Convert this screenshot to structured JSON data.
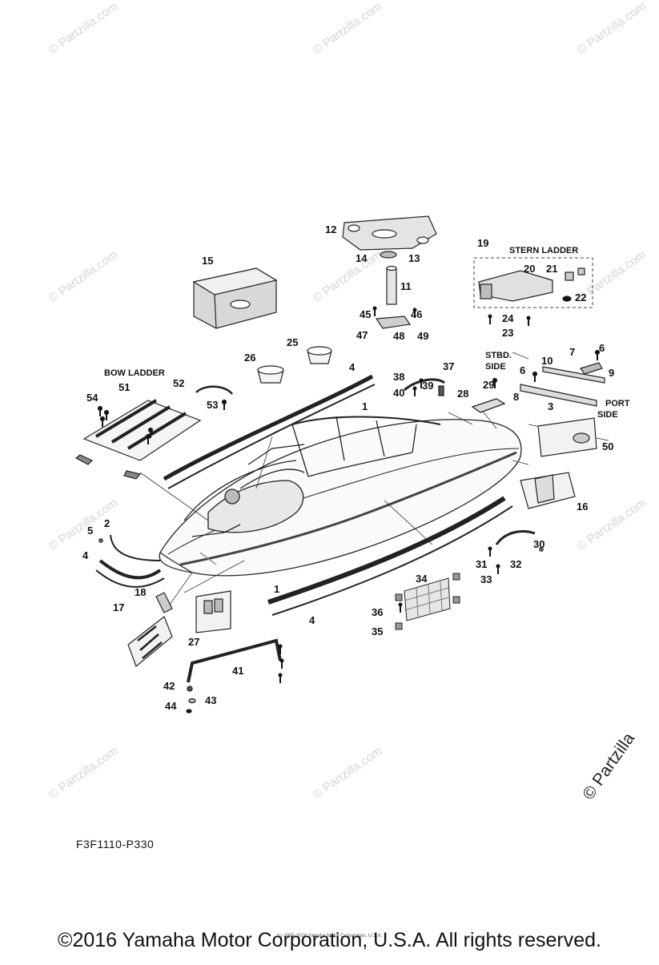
{
  "watermark": "© Partzilla.com",
  "watermark_big": "© Partzilla",
  "labels": {
    "stern_ladder": "STERN LADDER",
    "bow_ladder": "BOW LADDER",
    "stbd_1": "STBD.",
    "stbd_2": "SIDE",
    "port_1": "PORT",
    "port_2": "SIDE"
  },
  "callouts": [
    "1",
    "1",
    "2",
    "3",
    "4",
    "4",
    "4",
    "5",
    "6",
    "6",
    "7",
    "8",
    "9",
    "10",
    "11",
    "12",
    "13",
    "14",
    "15",
    "16",
    "17",
    "18",
    "19",
    "20",
    "21",
    "22",
    "23",
    "24",
    "25",
    "26",
    "27",
    "28",
    "29",
    "30",
    "31",
    "32",
    "33",
    "34",
    "35",
    "36",
    "37",
    "38",
    "39",
    "40",
    "41",
    "42",
    "43",
    "44",
    "45",
    "46",
    "47",
    "48",
    "49",
    "50",
    "51",
    "52",
    "53",
    "54"
  ],
  "part_code": "F3F1110-P330",
  "footer": "©2016 Yamaha Motor Corporation, U.S.A. All rights reserved.",
  "fine_print": "(c) 2005-2016 Yamaha Motor Corporation, U.S.A."
}
